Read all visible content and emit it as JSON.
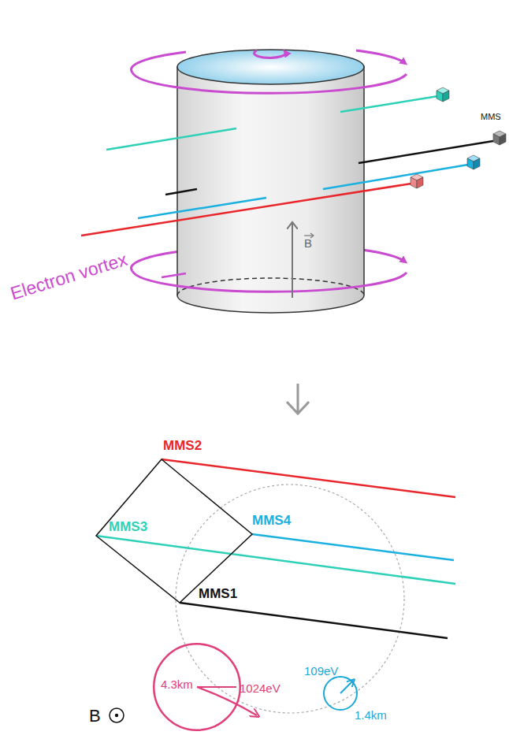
{
  "diagram": {
    "nodes": [
      {
        "text": [
          "4.3km",
          "1024eV"
        ]
      },
      {
        "text": [
          "109eV",
          "1.4km"
        ]
      }
    ],
    "labels": [
      "MMS",
      "B",
      "Electron vortex",
      "MMS2",
      "MMS3",
      "MMS4",
      "MMS1",
      "B"
    ]
  }
}
